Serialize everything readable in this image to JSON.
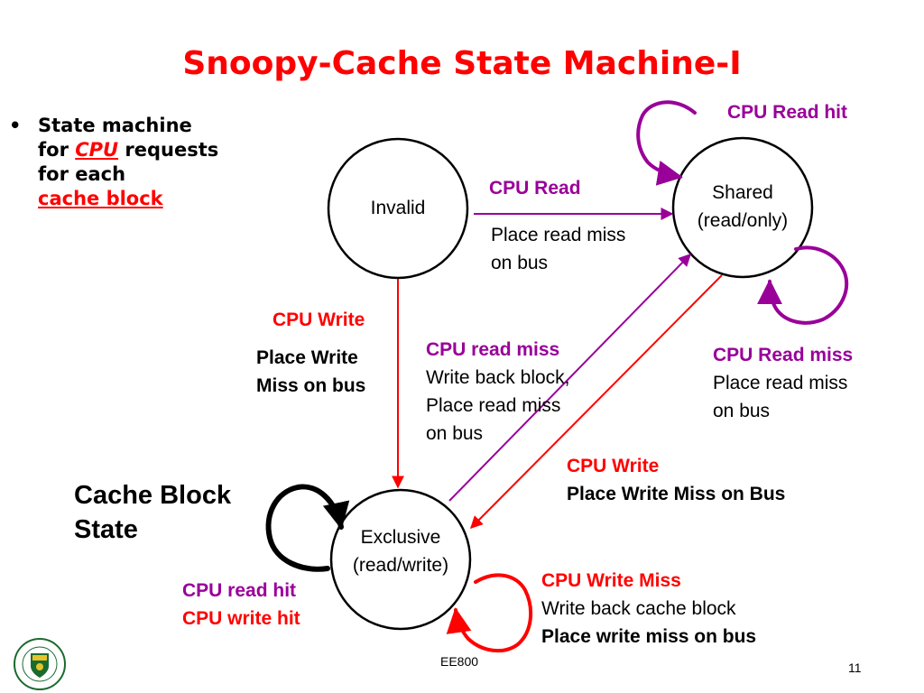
{
  "title": "Snoopy-Cache State Machine-I",
  "bullet": {
    "symbol": "•",
    "line1": "State machine",
    "line2_prefix": "for ",
    "line2_link": "CPU",
    "line2_suffix": " requests",
    "line3": "for each",
    "line4_link": "cache block"
  },
  "states": {
    "invalid": "Invalid",
    "shared_1": "Shared",
    "shared_2": "(read/only)",
    "exclusive_1": "Exclusive",
    "exclusive_2": "(read/write)"
  },
  "legend": {
    "line1": "Cache Block",
    "line2": "State"
  },
  "transitions": {
    "cpu_read_hit": "CPU Read hit",
    "cpu_read": "CPU Read",
    "cpu_read_action_1": "Place read miss",
    "cpu_read_action_2": "on bus",
    "cpu_write": "CPU Write",
    "cpu_write_action_1": "Place Write",
    "cpu_write_action_2": "Miss on bus",
    "cpu_read_miss_excl": "CPU read miss",
    "cpu_read_miss_excl_a1": "Write back block,",
    "cpu_read_miss_excl_a2": "Place read miss",
    "cpu_read_miss_excl_a3": "on bus",
    "cpu_read_miss_shared": "CPU Read miss",
    "cpu_read_miss_shared_a1": "Place read miss",
    "cpu_read_miss_shared_a2": "on bus",
    "cpu_write_shared": "CPU Write",
    "cpu_write_shared_a1": "Place Write Miss on Bus",
    "cpu_read_hit_excl": "CPU read hit",
    "cpu_write_hit_excl": "CPU write hit",
    "cpu_write_miss": "CPU Write Miss",
    "cpu_write_miss_a1": "Write back cache block",
    "cpu_write_miss_a2": "Place write miss on bus"
  },
  "footer": {
    "course": "EE800",
    "page": "11"
  },
  "colors": {
    "title": "#ff0000",
    "purple": "#990099",
    "red": "#ff0000",
    "black": "#000000"
  }
}
